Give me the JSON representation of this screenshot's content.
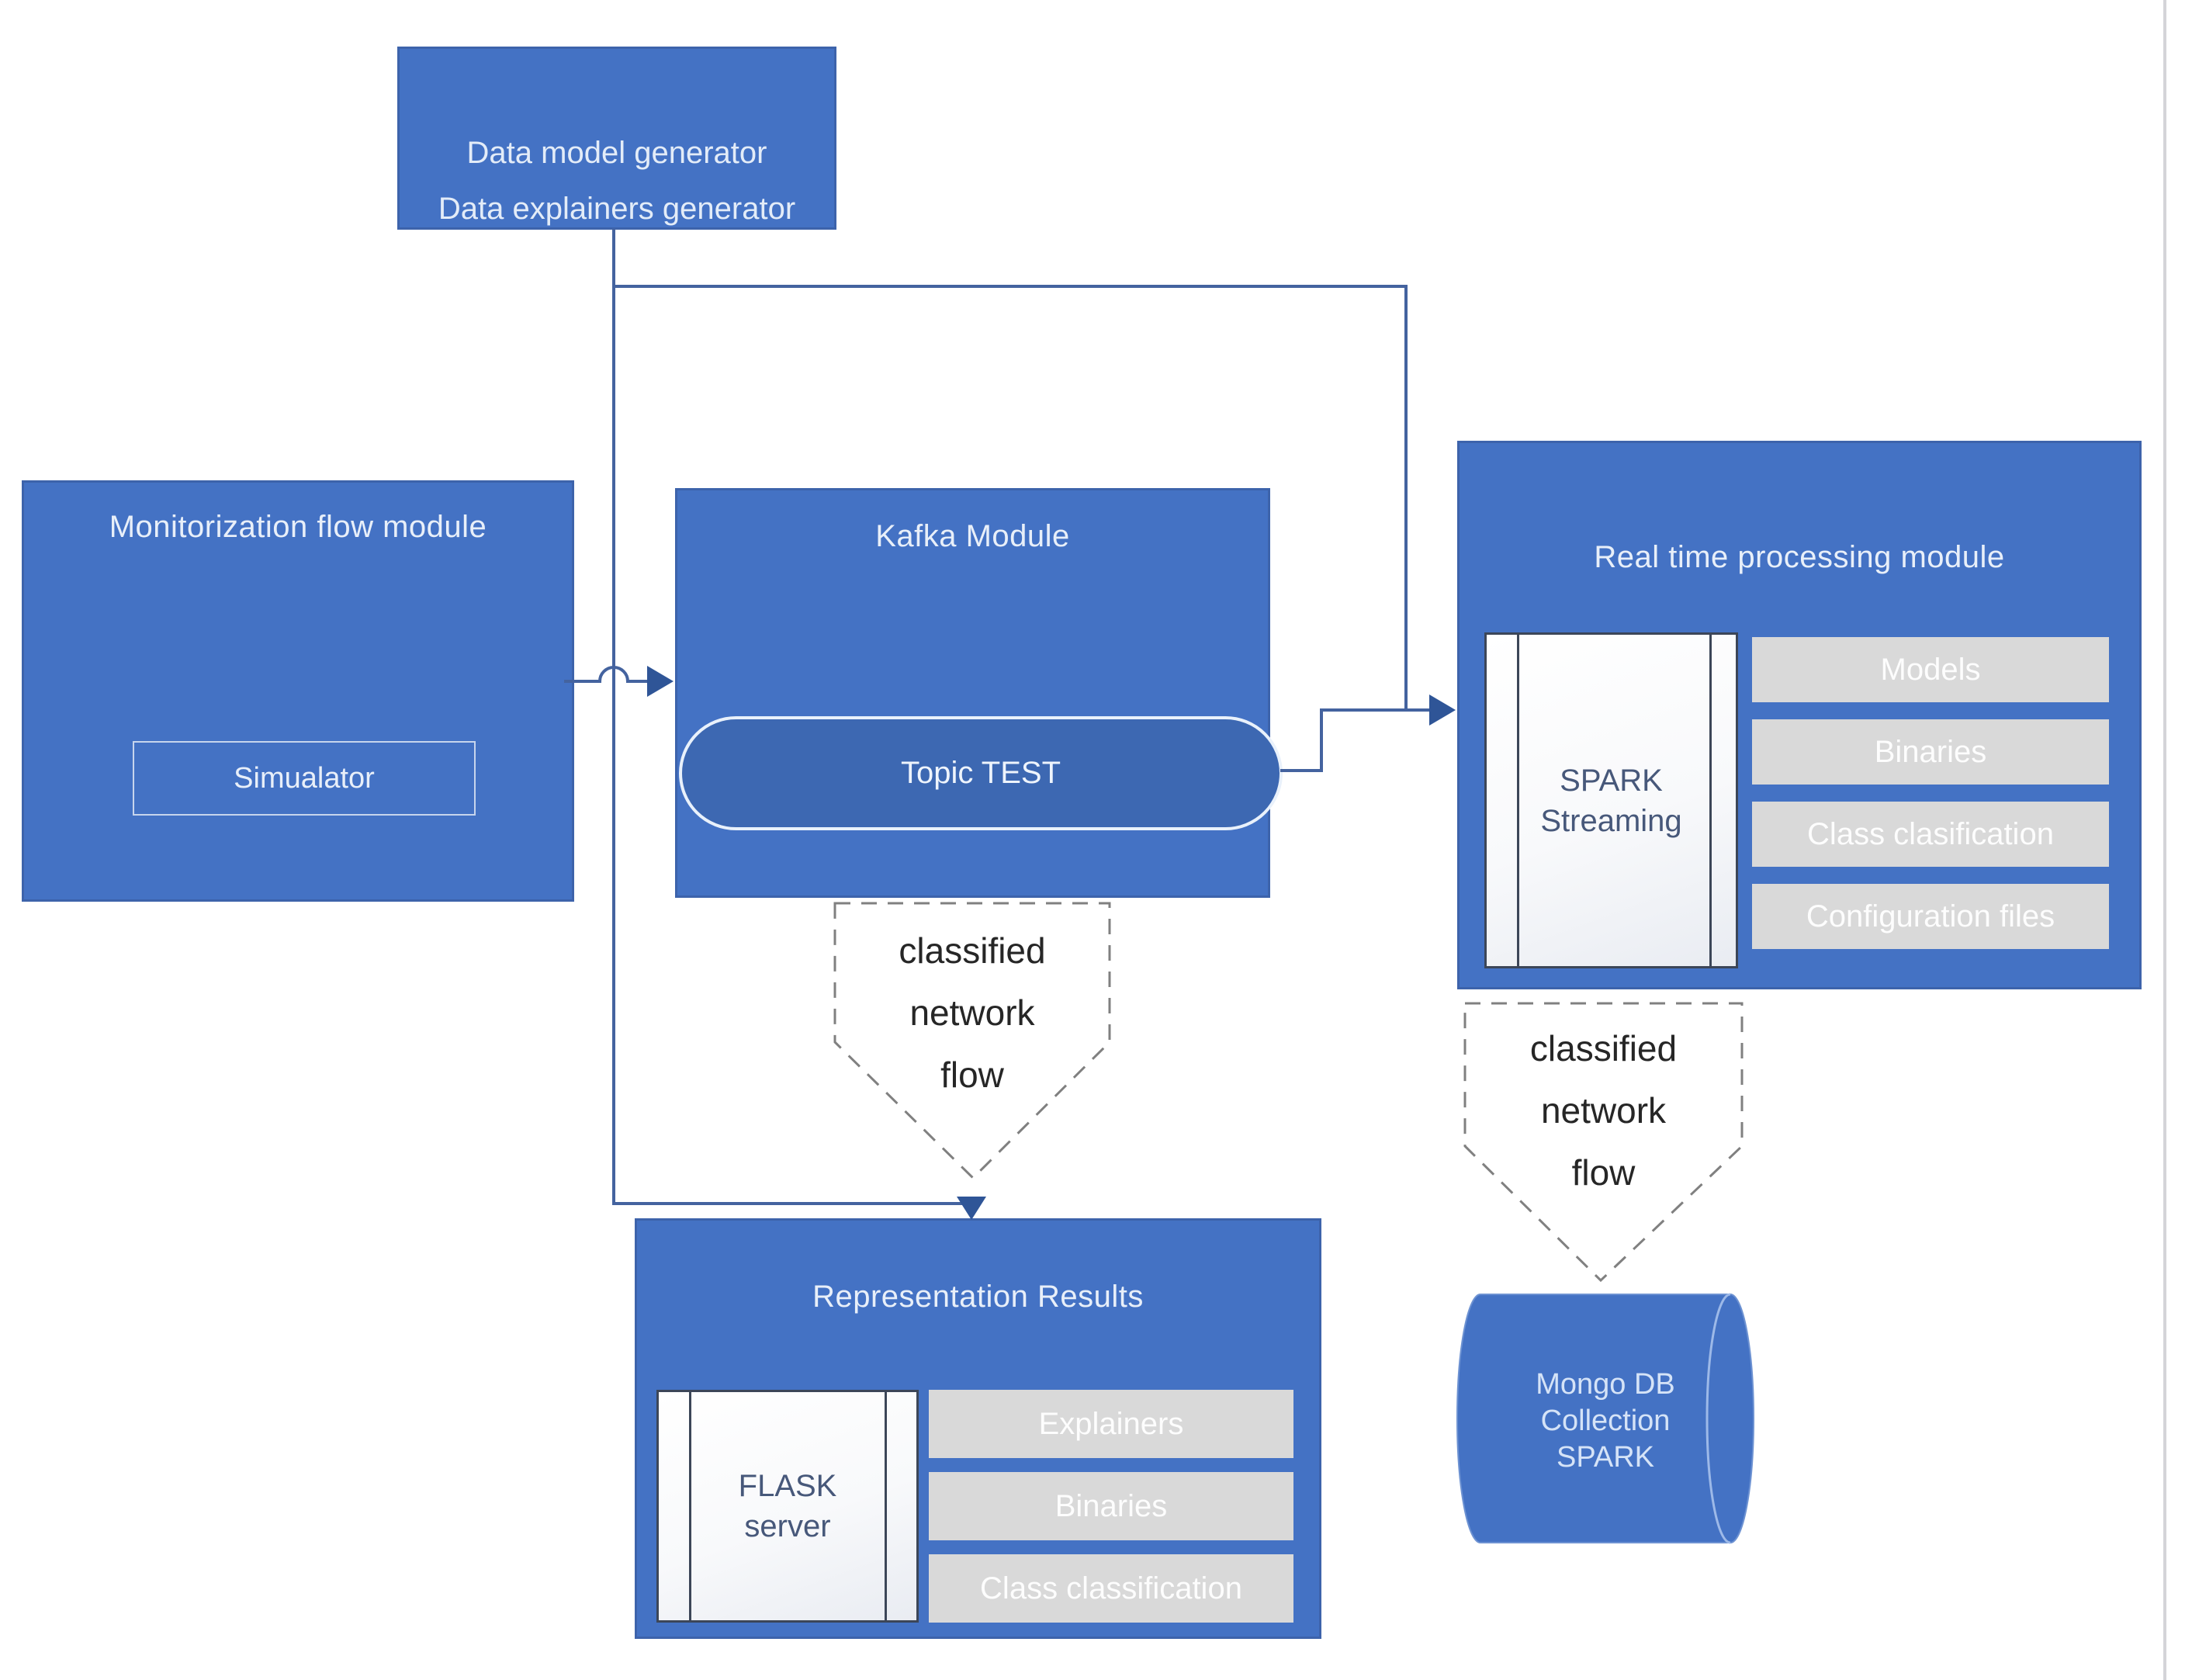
{
  "nodes": {
    "generator": {
      "lines": [
        "Data model generator",
        "Data explainers generator"
      ]
    },
    "monitorization": {
      "title": "Monitorization flow module",
      "inner": "Simualator"
    },
    "kafka": {
      "title": "Kafka Module",
      "topic": "Topic TEST"
    },
    "realtime": {
      "title": "Real time processing module",
      "process": "SPARK Streaming",
      "items": [
        "Models",
        "Binaries",
        "Class clasification",
        "Configuration files"
      ]
    },
    "representation": {
      "title": "Representation Results",
      "process": "FLASK server",
      "items": [
        "Explainers",
        "Binaries",
        "Class classification"
      ]
    },
    "mongo": {
      "lines": [
        "Mongo DB",
        "Collection",
        "SPARK"
      ]
    }
  },
  "annotations": {
    "flow_left": {
      "lines": [
        "classified",
        "network",
        "flow"
      ]
    },
    "flow_right": {
      "lines": [
        "classified",
        "network",
        "flow"
      ]
    }
  },
  "colors": {
    "box_blue": "#4472c4",
    "pill_blue": "#3d68b2",
    "gray_item": "#d9d9d9",
    "connector": "#44639f",
    "arrowhead": "#2f5597",
    "dash_gray": "#808080"
  }
}
